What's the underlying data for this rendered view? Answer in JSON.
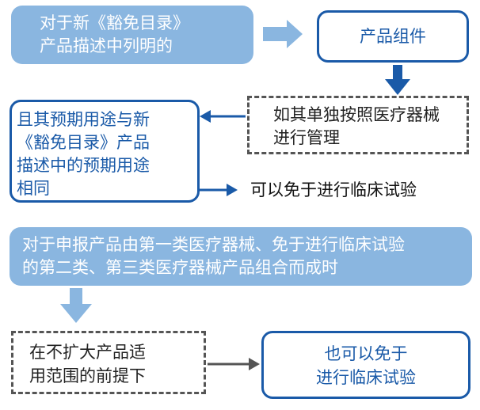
{
  "colors": {
    "filled_box": "#8ab6e0",
    "outline_blue": "#1a5aa8",
    "dashed_gray": "#555555",
    "arrow_light": "#8ab6e0",
    "arrow_dark": "#1a5aa8",
    "arrow_gray": "#555555"
  },
  "boxes": {
    "novel_catalog_product": [
      "对于新《豁免目录》",
      "产品描述中列明的"
    ],
    "product_component": "产品组件",
    "managed_as_device": [
      "如其单独按照医疗器械",
      "进行管理"
    ],
    "same_intended_use": [
      "且其预期用途与新",
      "《豁免目录》产品",
      "描述中的预期用途",
      "相同"
    ],
    "exempt_trial": "可以免于进行临床试验",
    "combined_product": [
      "对于申报产品由第一类医疗器械、免于进行临床试验",
      "的第二类、第三类医疗器械产品组合而成时"
    ],
    "no_scope_expansion": [
      "在不扩大产品适",
      "用范围的前提下"
    ],
    "also_exempt": [
      "也可以免于",
      "进行临床试验"
    ]
  },
  "arrows": [
    {
      "from": "novel_catalog_product",
      "to": "product_component",
      "style": "light-block"
    },
    {
      "from": "product_component",
      "to": "managed_as_device",
      "style": "dark-block"
    },
    {
      "from": "managed_as_device",
      "to": "same_intended_use",
      "style": "dark-line"
    },
    {
      "from": "same_intended_use",
      "to": "exempt_trial",
      "style": "dark-line"
    },
    {
      "from": "combined_product",
      "to": "no_scope_expansion",
      "style": "light-block"
    },
    {
      "from": "no_scope_expansion",
      "to": "also_exempt",
      "style": "gray-line"
    }
  ]
}
